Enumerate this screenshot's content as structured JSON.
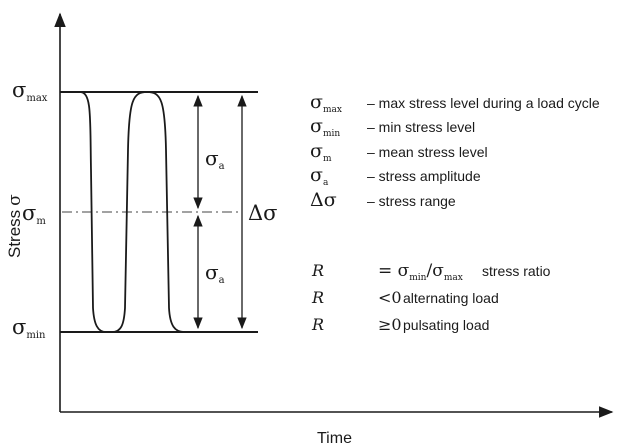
{
  "axes": {
    "x_label": "Time",
    "y_label": {
      "text": "Stress",
      "symbol": "σ"
    }
  },
  "levels": {
    "max": {
      "symbol": "σ",
      "sub": "max"
    },
    "mean": {
      "symbol": "σ",
      "sub": "m"
    },
    "min": {
      "symbol": "σ",
      "sub": "min"
    }
  },
  "annotations": {
    "amplitude_upper": {
      "symbol": "σ",
      "sub": "a"
    },
    "amplitude_lower": {
      "symbol": "σ",
      "sub": "a"
    },
    "range": {
      "symbol": "Δσ"
    }
  },
  "legend": [
    {
      "symbol": "σ",
      "sub": "max",
      "desc": "– max stress level during a load cycle"
    },
    {
      "symbol": "σ",
      "sub": "min",
      "desc": "– min stress level"
    },
    {
      "symbol": "σ",
      "sub": "m",
      "desc": "– mean stress level"
    },
    {
      "symbol": "σ",
      "sub": "a",
      "desc": "– stress amplitude"
    },
    {
      "symbol": "Δσ",
      "sub": "",
      "desc": "– stress range"
    }
  ],
  "ratios": [
    {
      "var": "R",
      "rel": "=",
      "num_sym": "σ",
      "num_sub": "min",
      "slash": "/",
      "den_sym": "σ",
      "den_sub": "max",
      "desc": "stress ratio"
    },
    {
      "var": "R",
      "rel": "<0",
      "desc": "alternating load"
    },
    {
      "var": "R",
      "rel": "≥0",
      "desc": "pulsating load"
    }
  ],
  "colors": {
    "ink": "#1a1a1a",
    "guide": "#444444"
  }
}
